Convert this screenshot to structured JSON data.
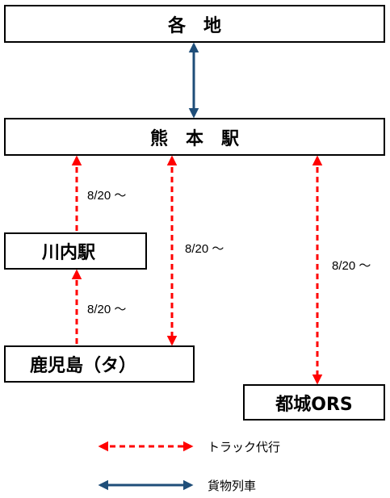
{
  "nodes": {
    "kakuchi": "各　地",
    "kumamoto": "熊　本　駅",
    "sendai": "川内駅",
    "kagoshima": "鹿児島（タ）",
    "miyakonojo": "都城ORS"
  },
  "routes": {
    "sendai_kumamoto_date": "8/20 ～",
    "kagoshima_kumamoto_date": "8/20 ～",
    "miyakonojo_kumamoto_date": "8/20 ～",
    "kagoshima_sendai_date": "8/20 ～"
  },
  "legend": {
    "truck_label": "トラック代行",
    "freight_label": "貨物列車"
  },
  "colors": {
    "truck": "#ff0000",
    "freight": "#1f4e79"
  }
}
